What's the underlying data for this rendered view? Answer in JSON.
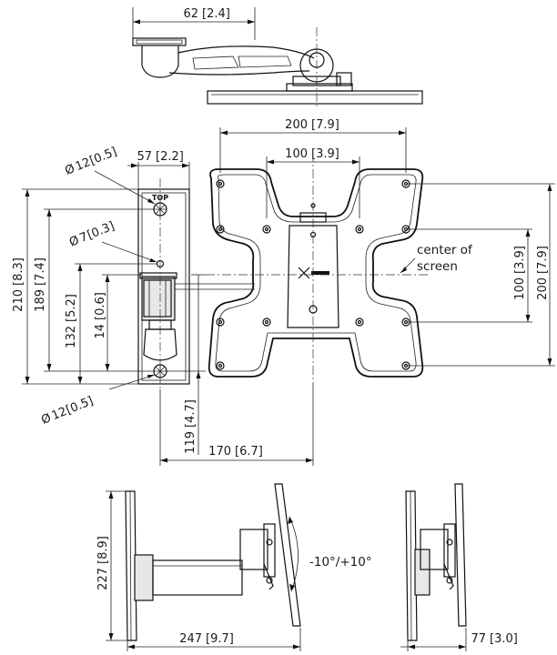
{
  "dimensions": {
    "top_view_depth": {
      "mm": "62",
      "inch": "2.4"
    },
    "plate_hole_spacing_outer": {
      "mm": "200",
      "inch": "7.9"
    },
    "plate_hole_spacing_inner": {
      "mm": "100",
      "inch": "3.9"
    },
    "wall_plate_width": {
      "mm": "57",
      "inch": "2.2"
    },
    "top_hole_diameter": {
      "prefix": "Ø",
      "mm": "12",
      "inch": "0.5"
    },
    "mid_hole_diameter": {
      "prefix": "Ø",
      "mm": "7",
      "inch": "0.3"
    },
    "bottom_hole_diameter": {
      "prefix": "Ø",
      "mm": "12",
      "inch": "0.5"
    },
    "wall_plate_height": {
      "mm": "210",
      "inch": "8.3"
    },
    "hole_to_hole_height": {
      "mm": "189",
      "inch": "7.4"
    },
    "bottom_to_arm": {
      "mm": "132",
      "inch": "5.2"
    },
    "arm_offset": {
      "mm": "14",
      "inch": "0.6"
    },
    "hole_to_screen_center": {
      "mm": "119",
      "inch": "4.7"
    },
    "wall_to_screen_center": {
      "mm": "170",
      "inch": "6.7"
    },
    "vertical_spacing_inner": {
      "mm": "100",
      "inch": "3.9"
    },
    "vertical_spacing_outer": {
      "mm": "200",
      "inch": "7.9"
    },
    "side_height": {
      "mm": "227",
      "inch": "8.9"
    },
    "max_depth": {
      "mm": "247",
      "inch": "9.7"
    },
    "min_depth": {
      "mm": "77",
      "inch": "3.0"
    }
  },
  "labels": {
    "top_marker": "TOP",
    "center_of_screen_line1": "center of",
    "center_of_screen_line2": "screen",
    "tilt_range": "-10°/+10°"
  }
}
